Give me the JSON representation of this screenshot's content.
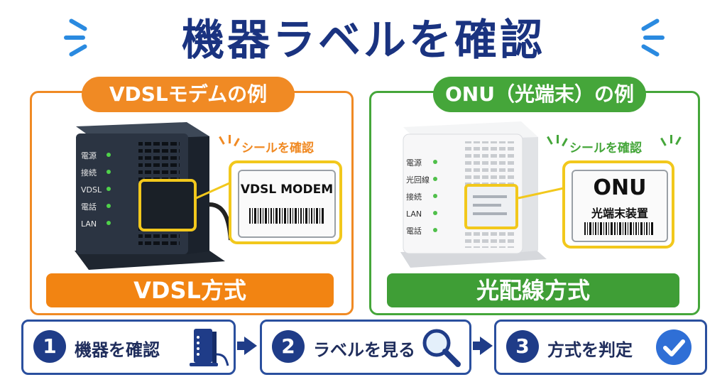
{
  "title": "機器ラベルを確認",
  "left_panel": {
    "tag": "VDSLモデムの例",
    "device_labels": [
      "電源",
      "接続",
      "VDSL",
      "電話",
      "LAN"
    ],
    "callout": "シールを確認",
    "label_main": "VDSL MODEM",
    "method": "VDSL方式"
  },
  "right_panel": {
    "tag": "ONU（光端末）の例",
    "device_labels": [
      "電源",
      "光回線",
      "接続",
      "LAN",
      "電話"
    ],
    "callout": "シールを確認",
    "label_main": "ONU",
    "label_sub": "光端末装置",
    "method": "光配線方式"
  },
  "steps": [
    {
      "number": "1",
      "label": "機器を確認",
      "icon": "device-icon"
    },
    {
      "number": "2",
      "label": "ラベルを見る",
      "icon": "magnifier-icon"
    },
    {
      "number": "3",
      "label": "方式を判定",
      "icon": "check-icon"
    }
  ],
  "colors": {
    "navy": "#1a3380",
    "orange": "#f08a24",
    "green": "#45a63a",
    "yellow": "#f2c81c",
    "blue": "#2a8ae0"
  }
}
